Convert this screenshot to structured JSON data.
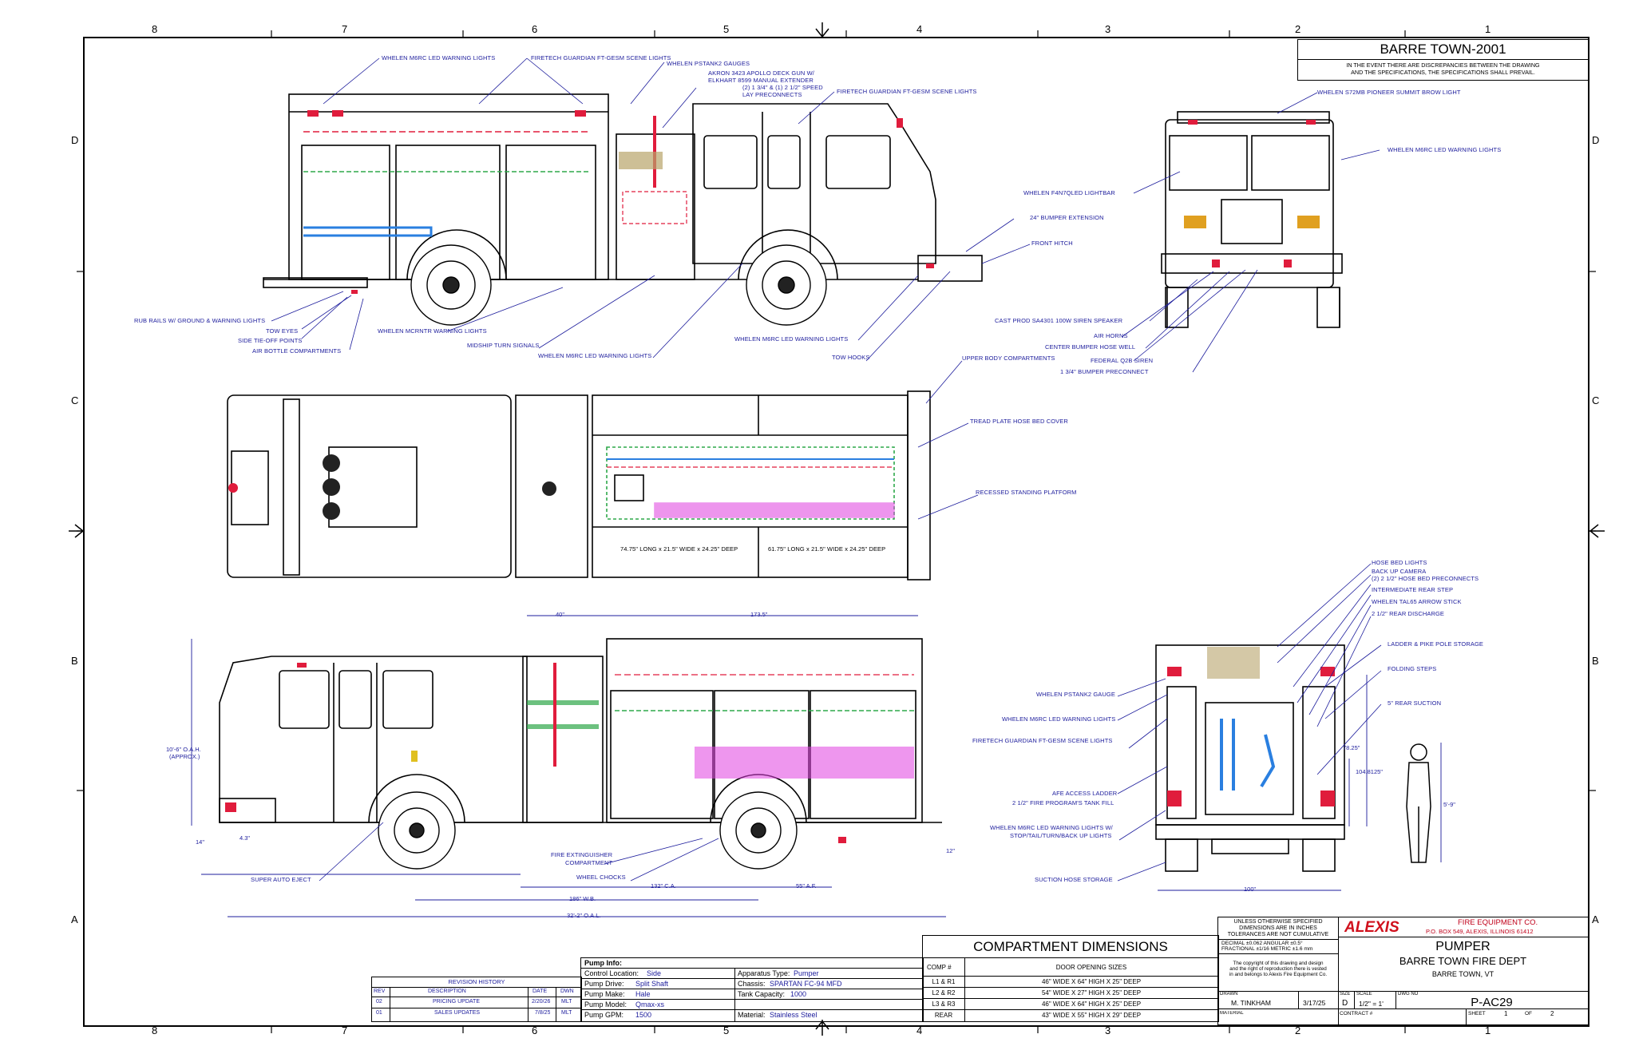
{
  "header": {
    "project_title": "BARRE TOWN-2001",
    "discrepancy_note_1": "IN THE EVENT THERE ARE DISCREPANCIES BETWEEN THE DRAWING",
    "discrepancy_note_2": "AND THE SPECIFICATIONS, THE SPECIFICATIONS SHALL PREVAIL."
  },
  "zones": {
    "columns": [
      "8",
      "7",
      "6",
      "5",
      "4",
      "3",
      "2",
      "1"
    ],
    "rows": [
      "D",
      "C",
      "B",
      "A"
    ]
  },
  "callouts": {
    "side_left": [
      "WHELEN M6RC LED WARNING LIGHTS",
      "FIRETECH GUARDIAN FT-GESM SCENE LIGHTS",
      "WHELEN PSTANK2 GAUGES",
      "AKRON 3423 APOLLO DECK GUN W/",
      "ELKHART 8599 MANUAL EXTENDER",
      "(2) 1 3/4\" & (1) 2 1/2\" SPEED",
      "LAY PRECONNECTS",
      "FIRETECH GUARDIAN FT-GESM SCENE LIGHTS",
      "RUB RAILS W/ GROUND & WARNING LIGHTS",
      "TOW EYES",
      "SIDE TIE-OFF POINTS",
      "AIR BOTTLE COMPARTMENTS",
      "WHELEN MCRNTR WARNING LIGHTS",
      "MIDSHIP TURN SIGNALS",
      "WHELEN M6RC LED WARNING LIGHTS",
      "WHELEN M6RC LED WARNING LIGHTS",
      "TOW HOOKS",
      "24\" BUMPER EXTENSION",
      "FRONT HITCH"
    ],
    "front": [
      "WHELEN S72MB PIONEER SUMMIT BROW LIGHT",
      "WHELEN M6RC LED WARNING LIGHTS",
      "WHELEN F4N7QLED LIGHTBAR",
      "CAST PROD SA4301 100W SIREN SPEAKER",
      "AIR HORNS",
      "CENTER BUMPER HOSE WELL",
      "FEDERAL Q2B SIREN",
      "1 3/4\" BUMPER PRECONNECT"
    ],
    "top": [
      "UPPER BODY COMPARTMENTS",
      "TREAD PLATE HOSE BED COVER",
      "RECESSED STANDING PLATFORM",
      "74.75\" LONG x 21.5\" WIDE x 24.25\" DEEP",
      "61.75\" LONG x 21.5\" WIDE x 24.25\" DEEP"
    ],
    "rear": [
      "HOSE BED LIGHTS",
      "BACK UP CAMERA",
      "(2) 2 1/2\" HOSE BED PRECONNECTS",
      "INTERMEDIATE REAR STEP",
      "WHELEN TAL65 ARROW STICK",
      "2 1/2\" REAR DISCHARGE",
      "LADDER & PIKE POLE STORAGE",
      "FOLDING STEPS",
      "5\" REAR SUCTION",
      "WHELEN PSTANK2 GAUGE",
      "WHELEN M6RC LED WARNING LIGHTS",
      "FIRETECH GUARDIAN FT-GESM SCENE LIGHTS",
      "AFE ACCESS LADDER",
      "2 1/2\" FIRE PROGRAM'S TANK FILL",
      "WHELEN M6RC LED WARNING LIGHTS W/",
      "STOP/TAIL/TURN/BACK UP LIGHTS",
      "SUCTION HOSE STORAGE"
    ],
    "side_right": [
      "SUPER AUTO EJECT",
      "FIRE EXTINGUISHER",
      "COMPARTMENT",
      "WHEEL CHOCKS"
    ]
  },
  "dimensions": {
    "d40": "40\"",
    "d173": "173.5\"",
    "oah_1": "10'-6\" O.A.H.",
    "oah_2": "(APPROX.)",
    "d14": "14\"",
    "d43": "4.3\"",
    "d12": "12\"",
    "ca": "132\" C.A.",
    "af": "55\" A.F.",
    "wb": "186\" W.B.",
    "oal": "32'-2\" O.A.L.",
    "w100": "100\"",
    "h78": "78.25\"",
    "h104": "104.8125\"",
    "h59": "5'-9\""
  },
  "compartments": {
    "heading": "COMPARTMENT DIMENSIONS",
    "col_comp": "COMP #",
    "col_sizes": "DOOR OPENING SIZES",
    "rows": [
      {
        "comp": "L1 & R1",
        "size": "46\" WIDE X 64\" HIGH X 25\" DEEP"
      },
      {
        "comp": "L2 & R2",
        "size": "54\" WIDE X 27\" HIGH X 25\" DEEP"
      },
      {
        "comp": "L3 & R3",
        "size": "46\" WIDE X 64\" HIGH X 25\" DEEP"
      },
      {
        "comp": "REAR",
        "size": "43\" WIDE X 55\" HIGH X 29\" DEEP"
      }
    ]
  },
  "pump_info": {
    "heading": "Pump Info:",
    "left": [
      {
        "k": "Control Location:",
        "v": "Side"
      },
      {
        "k": "Pump Drive:",
        "v": "Split Shaft"
      },
      {
        "k": "Pump Make:",
        "v": "Hale"
      },
      {
        "k": "Pump Model:",
        "v": "Qmax-xs"
      },
      {
        "k": "Pump GPM:",
        "v": "1500"
      }
    ],
    "right": [
      {
        "k": "Apparatus Type:",
        "v": "Pumper"
      },
      {
        "k": "Chassis:",
        "v": "SPARTAN FC-94 MFD"
      },
      {
        "k": "Tank Capacity:",
        "v": "1000"
      },
      {
        "k": "",
        "v": ""
      },
      {
        "k": "Material:",
        "v": "Stainless Steel"
      }
    ]
  },
  "revisions": {
    "heading": "REVISION HISTORY",
    "col_rev": "REV",
    "col_desc": "DESCRIPTION",
    "col_date": "DATE",
    "col_dwn": "DWN",
    "rows": [
      {
        "rev": "02",
        "desc": "PRICING UPDATE",
        "date": "2/20/26",
        "dwn": "MLT"
      },
      {
        "rev": "01",
        "desc": "SALES UPDATES",
        "date": "7/8/25",
        "dwn": "MLT"
      }
    ]
  },
  "title_block": {
    "tol_1": "UNLESS OTHERWISE SPECIFIED",
    "tol_2": "DIMENSIONS ARE IN INCHES",
    "tol_3": "TOLERANCES ARE NOT CUMULATIVE",
    "tol_dec": "DECIMAL ±0.062     ANGULAR ±0.5°",
    "tol_frac": "FRACTIONAL ±1/16  METRIC ±1.6 mm",
    "copyright_1": "The copyright of this drawing and design",
    "copyright_2": "and the right of reproduction there is vested",
    "copyright_3": "in and belongs to Alexis Fire Equipment Co.",
    "brand": "ALEXIS",
    "company": "FIRE EQUIPMENT CO.",
    "address": "P.O. BOX 549, ALEXIS, ILLINOIS 61412",
    "drawing_title": "PUMPER",
    "customer": "BARRE TOWN FIRE DEPT",
    "location": "BARRE TOWN, VT",
    "drawn_label": "DRAWN",
    "drawn_by": "M. TINKHAM",
    "drawn_date": "3/17/25",
    "size_label": "SIZE",
    "size": "D",
    "scale_label": "SCALE",
    "scale": "1/2\" = 1'",
    "dwg_label": "DWG NO",
    "dwg_no": "P-AC29",
    "material_label": "MATERIAL",
    "contract_label": "CONTRACT #",
    "sheet_label": "SHEET",
    "sheet_no": "1",
    "of_label": "OF",
    "sheet_total": "2"
  },
  "colors": {
    "callout": "#1c1c9c",
    "brand_red": "#d0101c",
    "hose_pink": "#e040e0",
    "hose_blue": "#2a7fe0",
    "hose_green": "#2ea84a",
    "tan": "#b8a46a"
  }
}
